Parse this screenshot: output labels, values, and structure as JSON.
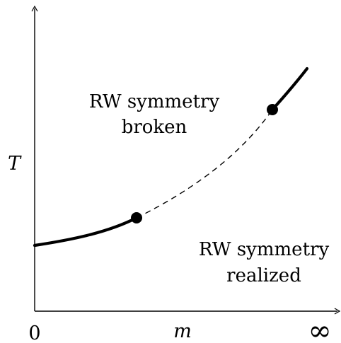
{
  "axes": {
    "y_label": "T",
    "x_label": "m",
    "x_origin_label": "0",
    "x_end_label": "∞"
  },
  "regions": {
    "upper_line1": "RW symmetry",
    "upper_line2": "broken",
    "lower_line1": "RW symmetry",
    "lower_line2": "realized"
  },
  "curve": {
    "segments": [
      {
        "name": "first-order-low-m",
        "style": "solid-thick"
      },
      {
        "name": "crossover",
        "style": "dashed"
      },
      {
        "name": "first-order-high-m",
        "style": "solid-thick"
      }
    ],
    "critical_points": 2
  },
  "colors": {
    "ink": "#000000",
    "background": "#ffffff"
  }
}
